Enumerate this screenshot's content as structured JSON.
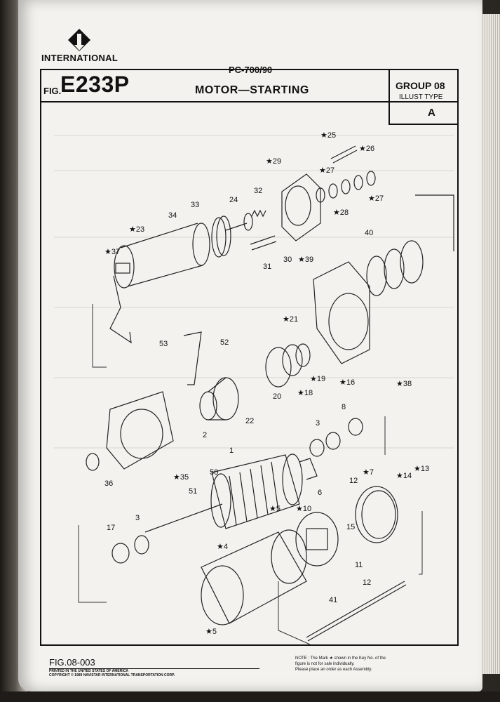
{
  "header": {
    "brand": "INTERNATIONAL",
    "model": "PC-700/90",
    "fig_label": "FIG.",
    "fig_code": "E233P",
    "title": "MOTOR—STARTING",
    "group": "GROUP 08",
    "illust_type_label": "ILLUST TYPE",
    "illust_type_value": "A"
  },
  "callouts": [
    {
      "id": "c25",
      "text": "★25"
    },
    {
      "id": "c26",
      "text": "★26"
    },
    {
      "id": "c27a",
      "text": "★27"
    },
    {
      "id": "c27b",
      "text": "★27"
    },
    {
      "id": "c28",
      "text": "★28"
    },
    {
      "id": "c29",
      "text": "★29"
    },
    {
      "id": "c32",
      "text": "32"
    },
    {
      "id": "c24",
      "text": "24"
    },
    {
      "id": "c34",
      "text": "34"
    },
    {
      "id": "c33",
      "text": "33"
    },
    {
      "id": "c23",
      "text": "★23"
    },
    {
      "id": "c37",
      "text": "★37"
    },
    {
      "id": "c31",
      "text": "31"
    },
    {
      "id": "c30",
      "text": "30"
    },
    {
      "id": "c39",
      "text": "★39"
    },
    {
      "id": "c40",
      "text": "40"
    },
    {
      "id": "c21",
      "text": "★21"
    },
    {
      "id": "c53",
      "text": "53"
    },
    {
      "id": "c52",
      "text": "52"
    },
    {
      "id": "c19",
      "text": "★19"
    },
    {
      "id": "c16",
      "text": "★16"
    },
    {
      "id": "c38",
      "text": "★38"
    },
    {
      "id": "c18",
      "text": "★18"
    },
    {
      "id": "c20",
      "text": "20"
    },
    {
      "id": "c22",
      "text": "22"
    },
    {
      "id": "c2",
      "text": "2"
    },
    {
      "id": "c8",
      "text": "8"
    },
    {
      "id": "c3a",
      "text": "3"
    },
    {
      "id": "c1",
      "text": "1"
    },
    {
      "id": "c36",
      "text": "36"
    },
    {
      "id": "c35",
      "text": "★35"
    },
    {
      "id": "c50",
      "text": "50"
    },
    {
      "id": "c51",
      "text": "51"
    },
    {
      "id": "c7",
      "text": "★7"
    },
    {
      "id": "c13",
      "text": "★13"
    },
    {
      "id": "c14",
      "text": "★14"
    },
    {
      "id": "c12a",
      "text": "12"
    },
    {
      "id": "c6",
      "text": "6"
    },
    {
      "id": "c5a",
      "text": "★5"
    },
    {
      "id": "c10",
      "text": "★10"
    },
    {
      "id": "c15",
      "text": "15"
    },
    {
      "id": "c17",
      "text": "17"
    },
    {
      "id": "c3b",
      "text": "3"
    },
    {
      "id": "c4",
      "text": "★4"
    },
    {
      "id": "c11",
      "text": "11"
    },
    {
      "id": "c12b",
      "text": "12"
    },
    {
      "id": "c41",
      "text": "41"
    },
    {
      "id": "c5b",
      "text": "★5"
    }
  ],
  "footer": {
    "fig_no": "FIG.08-003",
    "printed_line1": "PRINTED IN THE UNITED STATES OF AMERICA",
    "printed_line2": "COPYRIGHT © 1989 NAVISTAR INTERNATIONAL TRANSPORTATION CORP.",
    "note_line1": "NOTE : The Mark ★ shown in the Key No. of the",
    "note_line2": "figure is not for sale individually.",
    "note_line3": "Please place an order as each Assembly."
  }
}
